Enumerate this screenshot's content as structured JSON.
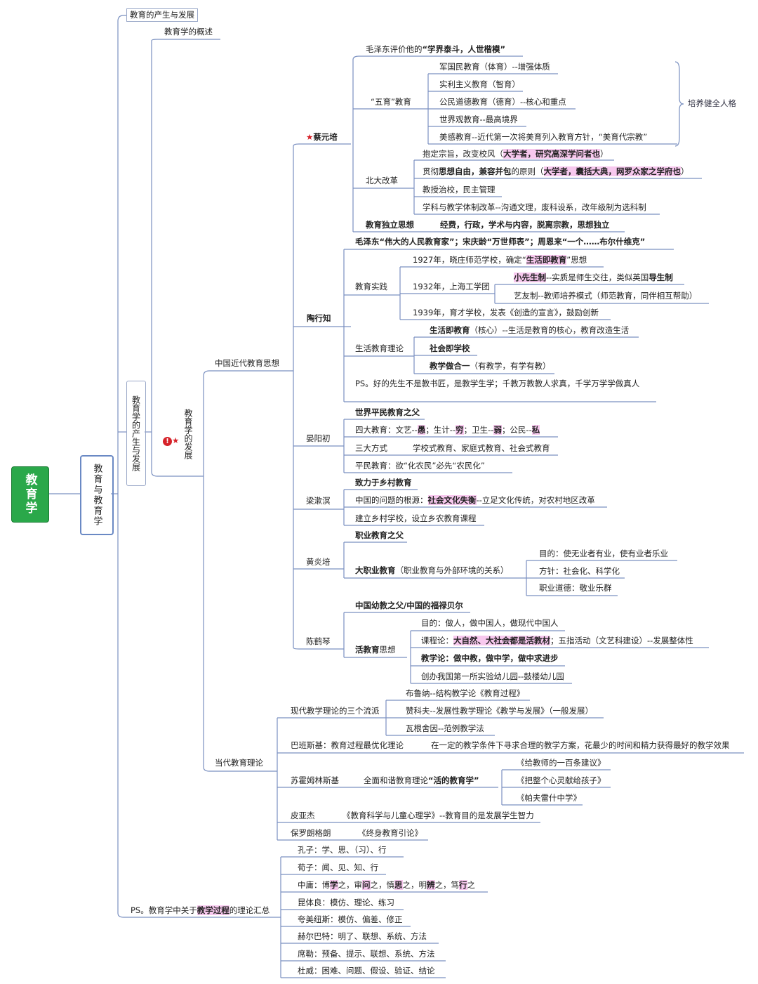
{
  "root": "教育学",
  "level1": "教育与教育学",
  "top": {
    "origin": "教育的产生与发展",
    "overview": "教育学的概述"
  },
  "branch_produce": "教育学的产生与发展",
  "branch_dev": "教育学的发展",
  "modern": "中国近代教育思想",
  "contemporary": "当代教育理论",
  "ps_theory": {
    "pre": "PS。教育学中关于",
    "hl": "教学过程",
    "post": "的理论汇总"
  },
  "cai": {
    "name": "蔡元培",
    "mao": {
      "pre": "毛泽东评价他的",
      "bold": "“学界泰斗，人世楷模”"
    },
    "wuyu": "“五育”教育",
    "wuyu_items": [
      "军国民教育（体育）--增强体质",
      "实利主义教育（智育）",
      "公民道德教育（德育）--核心和重点",
      "世界观教育--最高境界",
      "美感教育--近代第一次将美育列入教育方针，“美育代宗教”"
    ],
    "wuyu_goal": "培养健全人格",
    "beida": "北大改革",
    "beida_1_pre": "抱定宗旨，改变校风（",
    "beida_1_hl": "大学者，研究高深学问者也",
    "beida_1_post": "）",
    "beida_2_pre": "贯彻",
    "beida_2_bold": "思想自由，兼容并包",
    "beida_2_mid": "的原则（",
    "beida_2_hl": "大学者，囊括大典，网罗众家之学府也",
    "beida_2_post": "）",
    "beida_3": "教授治校，民主管理",
    "beida_4": "学科与教学体制改革--沟通文理，废科设系，改年级制为选科制",
    "indep": "教育独立思想",
    "indep_detail": "经费，行政，学术与内容，脱离宗教，思想独立"
  },
  "tao": {
    "name": "陶行知",
    "praise": "毛泽东“伟大的人民教育家”；宋庆龄“万世师表”；周恩来“一个……布尔什维克”",
    "practice": "教育实践",
    "p1927_pre": "1927年，晓庄师范学校，确定“",
    "p1927_hl": "生活即教育",
    "p1927_post": "”思想",
    "p1932": "1932年，上海工学团",
    "xiaoxian_hl": "小先生制",
    "xiaoxian_mid": "--实质是师生交往，类似英国",
    "xiaoxian_bold": "导生制",
    "yiyou": "艺友制--教师培养模式（师范教育，同伴相互帮助）",
    "p1939": "1939年，育才学校，发表《创造的宣言》，鼓励创新",
    "life": "生活教育理论",
    "life1_bold": "生活即教育",
    "life1_post": "（核心）--生活是教育的核心，教育改造生活",
    "life2": "社会即学校",
    "life3_bold": "教学做合一",
    "life3_post": "（有教学，有学有教）",
    "ps": "PS。好的先生不是教书匠，是教学生学；千教万教教人求真，千学万学学做真人"
  },
  "yan": {
    "name": "晏阳初",
    "title": "世界平民教育之父",
    "four": [
      "四大教育：文艺--",
      "愚",
      "；生计--",
      "穷",
      "；卫生--",
      "弱",
      "；公民--",
      "私"
    ],
    "three_label": "三大方式",
    "three": "学校式教育、家庭式教育、社会式教育",
    "civil": "平民教育：欲“化农民”必先“农民化”"
  },
  "liang": {
    "name": "梁漱溟",
    "title": "致力于乡村教育",
    "root_pre": "中国的问题的根源：",
    "root_hl": "社会文化失衡",
    "root_post": "--立足文化传统，对农村地区改革",
    "build": "建立乡村学校，设立乡农教育课程"
  },
  "huang": {
    "name": "黄炎培",
    "title": "职业教育之父",
    "big_bold": "大职业教育",
    "big_post": "（职业教育与外部环境的关系）",
    "items": [
      "目的：使无业者有业，使有业者乐业",
      "方针：社会化、科学化",
      "职业道德：敬业乐群"
    ]
  },
  "chen": {
    "name": "陈鹤琴",
    "title": "中国幼教之父/中国的福禄贝尔",
    "live_bold": "活教育",
    "live_post": "思想",
    "aim": "目的：做人，做中国人，做现代中国人",
    "course_pre": "课程论：",
    "course_hl": "大自然、大社会都是活教材",
    "course_post": "；五指活动（文艺科建设）--发展整体性",
    "teach": "教学论：做中教，做中学，做中求进步",
    "kinder": "创办我国第一所实验幼儿园--鼓楼幼儿园"
  },
  "cont": {
    "three": "现代教学理论的三个流派",
    "three_items": [
      "布鲁纳--结构教学论《教育过程》",
      "赞科夫--发展性教学理论《教学与发展》（一般发展）",
      "瓦根舍因--范例教学法"
    ],
    "bab": "巴班斯基：教育过程最优化理论",
    "bab_detail": "在一定的教学条件下寻求合理的教学方案，花最少的时间和精力获得最好的教学效果",
    "suho": "苏霍姆林斯基",
    "suho_theory_pre": "全面和谐教育理论",
    "suho_theory_bold": "“活的教育学”",
    "suho_books": [
      "《给教师的一百条建议》",
      "《把整个心灵献给孩子》",
      "《帕夫雷什中学》"
    ],
    "piaget": "皮亚杰",
    "piaget_detail": "《教育科学与儿童心理学》--教育目的是发展学生智力",
    "lengrand": "保罗朗格朗",
    "lengrand_detail": "《终身教育引论》"
  },
  "process": [
    "孔子：学、思、（习）、行",
    "荀子：闻、见、知、行",
    "昆体良：模仿、理论、练习",
    "夸美纽斯：模仿、偏差、修正",
    "赫尔巴特：明了、联想、系统、方法",
    "席勒：预备、提示、联想、系统、方法",
    "杜威：困难、问题、假设、验证、结论"
  ],
  "zhongyong": [
    "中庸：博",
    "学",
    "之，审",
    "问",
    "之，慎",
    "思",
    "之，明",
    "辨",
    "之，笃",
    "行",
    "之"
  ]
}
